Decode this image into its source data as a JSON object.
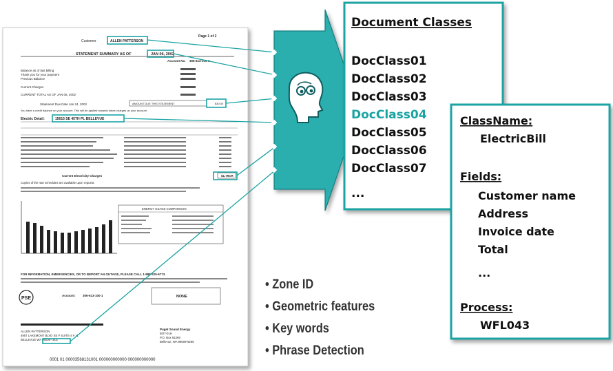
{
  "colors": {
    "accent": "#1aa3a3",
    "panel_fill": "#2aaeae",
    "title_text": "#111111",
    "highlight": "#1aa3a3"
  },
  "icon": "brain-head-icon",
  "document_classes": {
    "title": "Document Classes",
    "items": [
      "DocClass01",
      "DocClass02",
      "DocClass03",
      "DocClass04",
      "DocClass05",
      "DocClass06",
      "DocClass07",
      "..."
    ],
    "highlighted_index": 3
  },
  "class_detail": {
    "classname_label": "ClassName:",
    "classname_value": "ElectricBill",
    "fields_label": "Fields:",
    "fields": [
      "Customer name",
      "Address",
      "Invoice date",
      "Total",
      "..."
    ],
    "process_label": "Process:",
    "process_value": "WFL043"
  },
  "features": [
    "Zone ID",
    "Geometric features",
    "Key words",
    "Phrase Detection"
  ],
  "bill": {
    "customer_label": "Customer",
    "customer_name": "ALLEN PATTERSON",
    "page": "Page 1 of 2",
    "summary_title": "STATEMENT SUMMARY AS OF",
    "summary_date": "JAN 06, 2002",
    "account_label": "Account No.",
    "account_no": "306-613-100-1",
    "lines": [
      "Balance as of last billing",
      "Thank you for your payment",
      "Previous Balance",
      "Current Charges",
      "CURRENT TOTAL AS OF JAN 06, 2002"
    ],
    "due_text": "Statement Due Date Jan 24, 2002",
    "amount_due_label": "AMOUNT DUE THIS STATEMENT",
    "amount_due": "$30.00",
    "credit_text": "You have a credit balance on your account. This will be applied towards future charges on your account.",
    "electric_detail": "Electric Detail:",
    "service_address": "15615 SE 45TH PL BELLEVUE",
    "current_charges": "Current Electricity Charges",
    "current_total": "$1.79CR",
    "rate_note": "Copies of the rate schedules are available upon request.",
    "usage_title": "ENERGY USAGE COMPARISON",
    "outage_text": "FOR INFORMATION, EMERGENCIES, OR TO REPORT AN OUTAGE, PLEASE CALL 1-888-225-5773.",
    "acct_label": "Account:",
    "acct_no": "306-613-100-1",
    "none_label": "NONE",
    "company": "Puget Sound Energy",
    "company_addr": [
      "BOT-01H",
      "P.O. Box 91269",
      "Bellevue, WA 98009-9269"
    ],
    "mail_name": "ALLEN PATTERSON",
    "mail_addr": [
      "4957 LAKEMONT BLVD SE # SUITE-4 # 11",
      "BELLEVUE WA 98006-7801"
    ],
    "scanline": "0001 01 00003568131001 000000000000 000000000000"
  }
}
